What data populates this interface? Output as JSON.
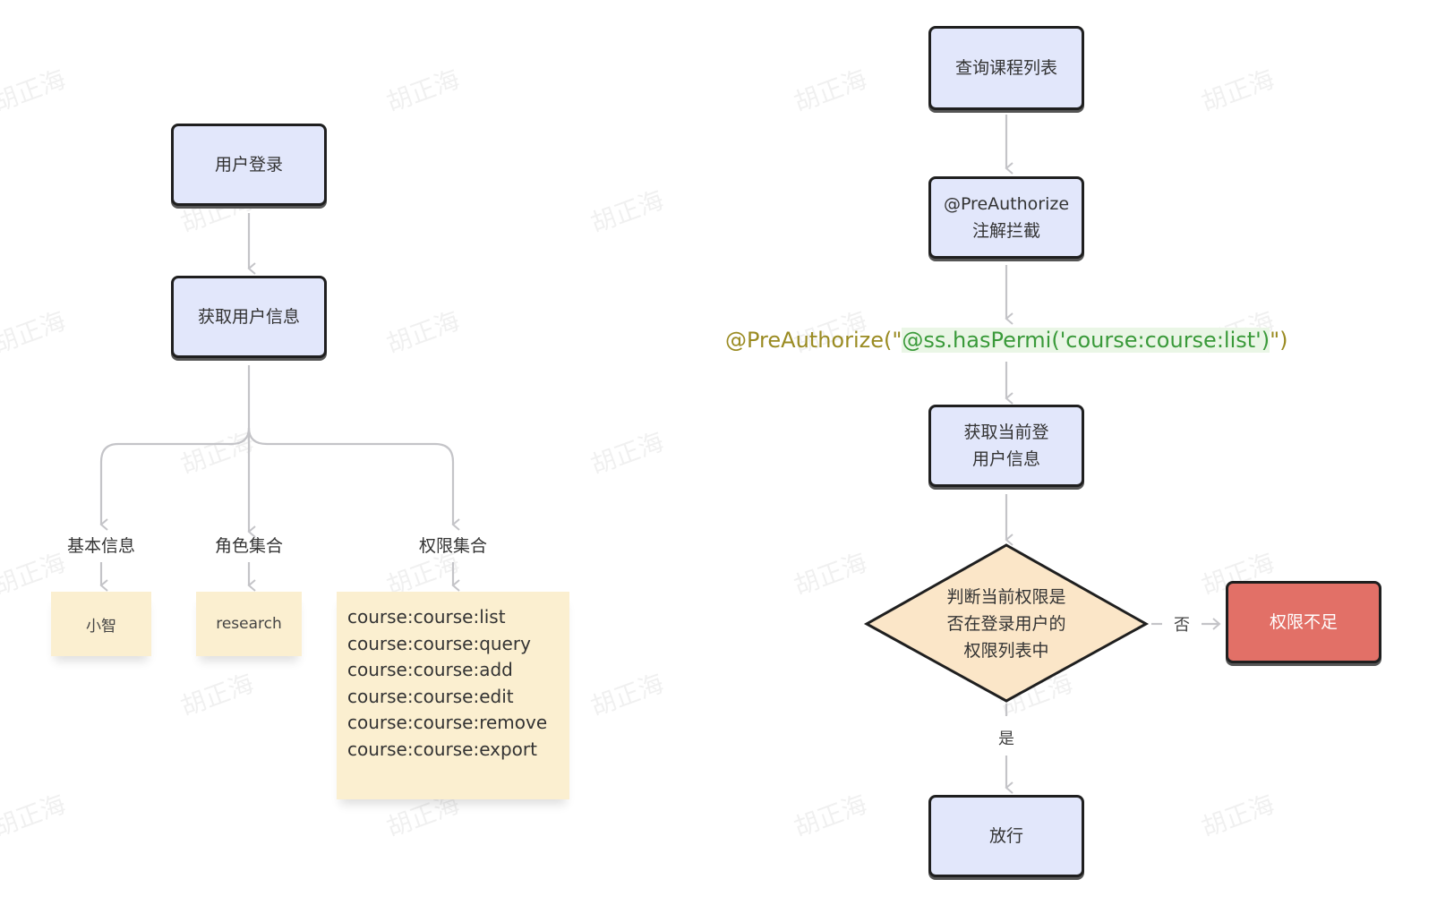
{
  "left_flow": {
    "login": "用户登录",
    "get_user_info": "获取用户信息",
    "branches": [
      {
        "label": "基本信息",
        "value": "小智"
      },
      {
        "label": "角色集合",
        "value": "research"
      },
      {
        "label": "权限集合",
        "values": [
          "course:course:list",
          "course:course:query",
          "course:course:add",
          "course:course:edit",
          "course:course:remove",
          "course:course:export"
        ]
      }
    ]
  },
  "right_flow": {
    "query_course_list": "查询课程列表",
    "preauthorize_line1": "@PreAuthorize",
    "preauthorize_line2": "注解拦截",
    "annotation_prefix": "@PreAuthorize(\"",
    "annotation_expr": "@ss.hasPermi('course:course:list')",
    "annotation_suffix": "\")",
    "get_current_user_line1": "获取当前登",
    "get_current_user_line2": "用户信息",
    "decision_line1": "判断当前权限是",
    "decision_line2": "否在登录用户的",
    "decision_line3": "权限列表中",
    "no_label": "否",
    "yes_label": "是",
    "denied": "权限不足",
    "allow": "放行"
  },
  "watermark": "胡正海",
  "colors": {
    "node_fill": "#e2e7fb",
    "sticky_fill": "#fbefd0",
    "decision_fill": "#fbe6c8",
    "denied_fill": "#e27067",
    "connector": "#c4c4c8",
    "annotation_olive": "#9a8b22",
    "annotation_green": "#3a9a3a"
  }
}
